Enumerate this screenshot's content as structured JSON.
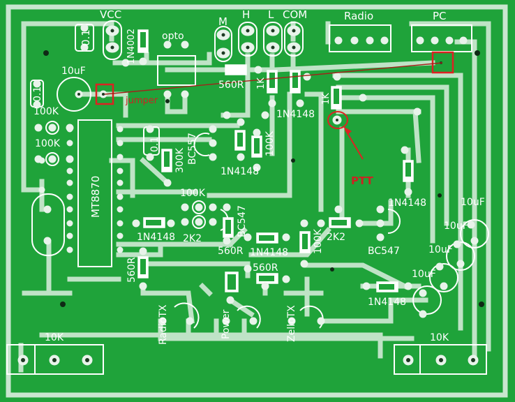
{
  "colors": {
    "board": "#1fa33a",
    "frame": "#c9e6cf",
    "trace": "#bfe3c6",
    "pad": "#e8f3ea",
    "silk": "#ffffff",
    "annotation": "#cc2222"
  },
  "connectors": {
    "vcc": "VCC",
    "m": "M",
    "h": "H",
    "l": "L",
    "com": "COM",
    "radio": "Radio",
    "pc": "PC"
  },
  "components": {
    "cap_01_a": "0.1",
    "diode_1n4002": "1N4002",
    "opto": "opto",
    "cap_10uf_top": "10uF",
    "cap_01_b": "0.1",
    "pot_100k_a": "100K",
    "pot_100k_b": "100K",
    "ic_mt8870": "MT8870",
    "res_560r_top": "560R",
    "res_1k_a": "1K",
    "res_1k_b": "1K",
    "diode_1n4148_top": "1N4148",
    "cap_01_c": "0.1",
    "res_300k": "300K",
    "transistor_bc557": "BC557",
    "diode_1n4148_mid": "1N4148",
    "res_100k_mid": "100K",
    "pot_100k_c": "100K",
    "transistor_bc547_a": "BC547",
    "pot_2k2_a": "2K2",
    "res_560r_mid": "560R",
    "diode_1n4148_left": "1N4148",
    "diode_1n4148_center": "1N4148",
    "res_100k_right": "100K",
    "res_2k2_b": "2K2",
    "diode_1n4148_right": "1N4148",
    "transistor_bc547_b": "BC547",
    "res_560r_left": "560R",
    "res_560r_bottom": "560R",
    "diode_1n4148_bottom": "1N4148",
    "cap_10uf_r1": "10uF",
    "cap_10uf_r2": "10uF",
    "cap_10uf_r3": "10uF",
    "cap_10uf_r4": "10uF",
    "led_radiotx": "RadioTX",
    "led_power": "Power",
    "led_zellotx": "ZelloTX",
    "pot_10k_left": "10K",
    "pot_10k_right": "10K"
  },
  "annotations": {
    "jumper": "jumper",
    "ptt": "PTT"
  }
}
